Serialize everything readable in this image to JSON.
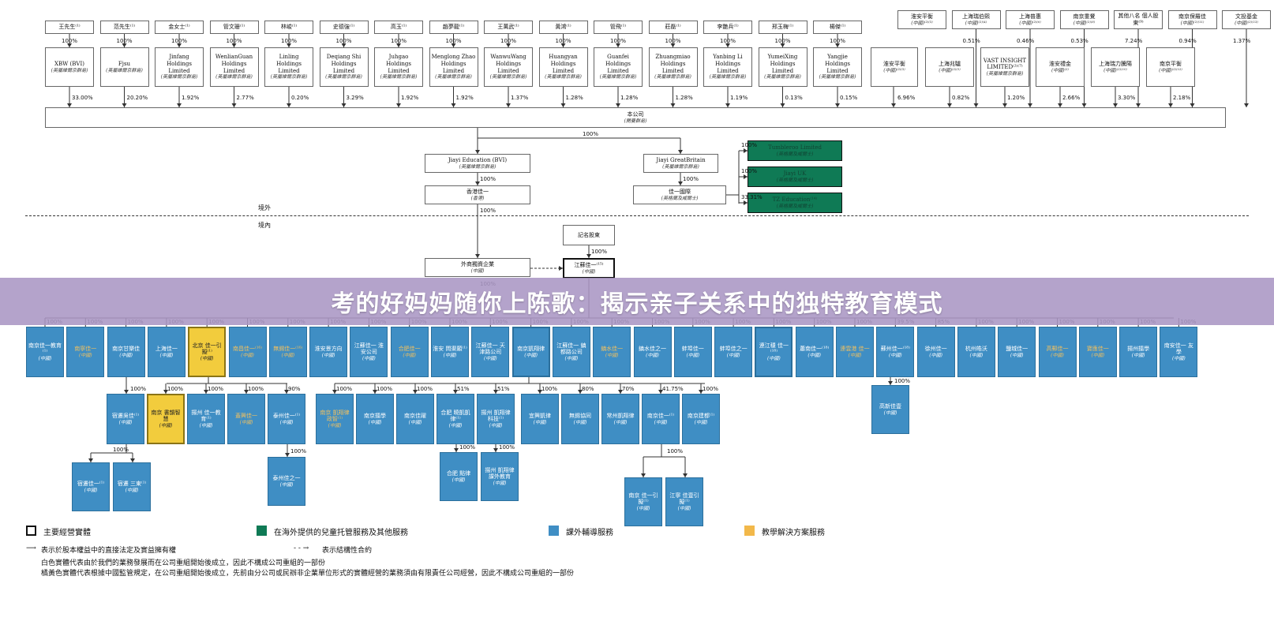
{
  "banner": {
    "title": "考的好妈妈随你上陈歌：揭示亲子关系中的独特教育模式"
  },
  "shareholders": [
    {
      "name": "王先生⁽¹⁾",
      "pct_top": "100%",
      "entity": "XBW (BVI)",
      "jur": "(英屬維爾京群島)",
      "pct_bottom": "33.00%"
    },
    {
      "name": "范先生⁽¹⁾",
      "pct_top": "100%",
      "entity": "Fjsu",
      "jur": "(英屬維爾京群島)",
      "pct_bottom": "20.20%"
    },
    {
      "name": "金女士⁽¹⁾",
      "pct_top": "100%",
      "entity": "Jinfang Holdings Limited",
      "jur": "(英屬維爾京群島)",
      "pct_bottom": "1.92%"
    },
    {
      "name": "管文珊⁽¹⁾",
      "pct_top": "100%",
      "entity": "WenlianGuan Holdings Limited",
      "jur": "(英屬維爾京群島)",
      "pct_bottom": "2.77%"
    },
    {
      "name": "林峻⁽¹⁾",
      "pct_top": "100%",
      "entity": "Linling Holdings Limited",
      "jur": "(英屬維爾京群島)",
      "pct_bottom": "0.20%"
    },
    {
      "name": "史德強⁽¹⁾",
      "pct_top": "100%",
      "entity": "Deqiang Shi Holdings Limited",
      "jur": "(英屬維爾京群島)",
      "pct_bottom": "3.29%"
    },
    {
      "name": "高玉⁽¹⁾",
      "pct_top": "100%",
      "entity": "Juhgao Holdings Limited",
      "jur": "(英屬維爾京群島)",
      "pct_bottom": "1.92%"
    },
    {
      "name": "趙夢龍⁽¹⁾",
      "pct_top": "100%",
      "entity": "Menglong Zhao Holdings Limited",
      "jur": "(英屬維爾京群島)",
      "pct_bottom": "1.92%"
    },
    {
      "name": "王萬武⁽¹⁾",
      "pct_top": "100%",
      "entity": "WanwuWang Holdings Limited",
      "jur": "(英屬維爾京群島)",
      "pct_bottom": "1.37%"
    },
    {
      "name": "黃鴻⁽¹⁾",
      "pct_top": "100%",
      "entity": "Huangyan Holdings Limited",
      "jur": "(英屬維爾京群島)",
      "pct_bottom": "1.28%"
    },
    {
      "name": "管飛⁽¹⁾",
      "pct_top": "100%",
      "entity": "Guanfei Holdings Limited",
      "jur": "(英屬維爾京群島)",
      "pct_bottom": "1.28%"
    },
    {
      "name": "莊磊⁽¹⁾",
      "pct_top": "100%",
      "entity": "Zhuangmiao Holdings Limited",
      "jur": "(英屬維爾京群島)",
      "pct_bottom": "1.28%"
    },
    {
      "name": "李艷兵⁽¹⁾",
      "pct_top": "100%",
      "entity": "Yanbing Li Holdings Limited",
      "jur": "(英屬維爾京群島)",
      "pct_bottom": "1.19%"
    },
    {
      "name": "邢玉梅⁽¹⁾",
      "pct_top": "100%",
      "entity": "YumeiXing Holdings Limited",
      "jur": "(英屬維爾京群島)",
      "pct_bottom": "0.13%"
    },
    {
      "name": "楊傑⁽¹⁾",
      "pct_top": "100%",
      "entity": "Yangjie Holdings Limited",
      "jur": "(英屬維爾京群島)",
      "pct_bottom": "0.15%"
    }
  ],
  "investors": [
    {
      "name": "淮安平衡",
      "jur": "(中國)⁽²⁾⁽³⁾",
      "pct_top": "",
      "pct_bottom": "6.96%"
    },
    {
      "name": "上海瑞伯熙",
      "jur": "(中國)⁽²⁾⁽⁴⁾",
      "pct_top": "0.51%",
      "entity": "上海兆驢",
      "entity_jur": "(中國)⁽²⁾⁽⁵⁾",
      "pct_bottom": "0.82%"
    },
    {
      "name": "上海普惠",
      "jur": "(中國)⁽²⁾⁽⁶⁾",
      "pct_top": "0.46%",
      "entity": "VAST INSIGHT LIMITED⁽²⁾⁽⁷⁾",
      "entity_jur": "(英屬維爾京群島)",
      "pct_bottom": "1.20%"
    },
    {
      "name": "南京重覺",
      "jur": "(中國)⁽²⁾⁽⁸⁾",
      "pct_top": "0.53%",
      "entity": "淮安禮金",
      "entity_jur": "(中國)⁽²⁾",
      "pct_bottom": "2.66%"
    },
    {
      "name": "其他八名 個人股東⁽⁹⁾",
      "jur": "",
      "pct_top": "7.24%",
      "entity": "上海瑞力騰陽",
      "entity_jur": "(中國)⁽²⁾⁽¹⁰⁾",
      "pct_bottom": "3.30%"
    },
    {
      "name": "南京保羅佳",
      "jur": "(中國)⁽²⁾⁽¹¹⁾",
      "pct_top": "0.94%",
      "entity": "南京平衡",
      "entity_jur": "(中國)⁽²⁾⁽¹²⁾",
      "pct_bottom": "2.18%"
    },
    {
      "name": "文投基金",
      "jur": "(中國)⁽²⁾⁽¹³⁾",
      "pct_top": "1.37%"
    }
  ],
  "company": {
    "name": "本公司",
    "jur": "(開曼群島)",
    "pct": "100%"
  },
  "offshore": {
    "jiayi_bvi": {
      "name": "Jiayi Education (BVI)",
      "jur": "(英屬維爾京群島)",
      "pct": "100%"
    },
    "hk": {
      "name": "香港佳一",
      "jur": "(香港)",
      "pct": "100%"
    },
    "jiayi_gb": {
      "name": "Jiayi GreatBritain",
      "jur": "(英屬維爾京群島)",
      "pct": "100%"
    },
    "intl": {
      "name": "佳一國際",
      "jur": "(英格蘭及威爾士)"
    },
    "uk_children": [
      {
        "name": "Tumbleroo Limited",
        "jur": "(英格蘭及威爾士)",
        "pct": "100%"
      },
      {
        "name": "Jiayi UK",
        "jur": "(英格蘭及威爾士)",
        "pct": "100%"
      },
      {
        "name": "TZ Education⁽¹⁴⁾",
        "jur": "(英格蘭及威爾士)",
        "pct": "33.31%"
      }
    ]
  },
  "border": {
    "outside": "境外",
    "inside": "境內"
  },
  "onshore": {
    "registered": {
      "name": "記名股東",
      "pct": "100%"
    },
    "wfoe": {
      "name": "外商獨資企業",
      "jur": "(中國)",
      "pct": "100%"
    },
    "jiangsu": {
      "name": "江蘇佳一⁽¹⁵⁾",
      "jur": "(中國)"
    }
  },
  "level1": [
    {
      "pct": "100%",
      "name": "南京佳一教育⁽¹⁾",
      "jur": "(中國)",
      "kind": "blue"
    },
    {
      "pct": "100%",
      "name": "南寧佳一",
      "jur": "(中國)",
      "kind": "orange"
    },
    {
      "pct": "100%",
      "name": "南京甘樂佳",
      "jur": "(中國)",
      "kind": "blue"
    },
    {
      "pct": "100%",
      "name": "上海佳一",
      "jur": "(中國)",
      "kind": "blue"
    },
    {
      "pct": "100%",
      "name": "北京 佳一引擬⁽¹⁾",
      "jur": "(中國)",
      "kind": "yellow"
    },
    {
      "pct": "100%",
      "name": "南昌佳一⁽¹⁶⁾",
      "jur": "(中國)",
      "kind": "orange"
    },
    {
      "pct": "100%",
      "name": "無錫佳一⁽¹⁶⁾",
      "jur": "(中國)",
      "kind": "orange"
    },
    {
      "pct": "100%",
      "name": "淮安景方向",
      "jur": "(中國)",
      "kind": "blue"
    },
    {
      "pct": "100%",
      "name": "江蘇佳一 淮安公司",
      "jur": "(中國)",
      "kind": "blue"
    },
    {
      "pct": "100%",
      "name": "合肥佳一",
      "jur": "(中國)",
      "kind": "orange"
    },
    {
      "pct": "100%",
      "name": "淮安 問渠願⁽¹⁾",
      "jur": "(中國)",
      "kind": "blue"
    },
    {
      "pct": "100%",
      "name": "江蘇佳一 天津路公司",
      "jur": "(中國)",
      "kind": "blue"
    },
    {
      "pct": "100%",
      "name": "南京凱翔律",
      "jur": "(中國)",
      "kind": "blue"
    },
    {
      "pct": "100%",
      "name": "江蘇佳一 鎮都路公司",
      "jur": "(中國)",
      "kind": "blue"
    },
    {
      "pct": "100%",
      "name": "鎮水佳一",
      "jur": "(中國)",
      "kind": "orange"
    },
    {
      "pct": "100%",
      "name": "鎮水佳之一",
      "jur": "(中國)",
      "kind": "blue"
    },
    {
      "pct": "100%",
      "name": "蚌埠佳一",
      "jur": "(中國)",
      "kind": "blue"
    },
    {
      "pct": "100%",
      "name": "蚌埠佳之一",
      "jur": "(中國)",
      "kind": "blue"
    },
    {
      "pct": "100%",
      "name": "連江穩 佳一⁽¹⁸⁾",
      "jur": "(中國)",
      "kind": "blue"
    },
    {
      "pct": "100%",
      "name": "蕭南佳一⁽¹⁸⁾",
      "jur": "(中國)",
      "kind": "blue"
    },
    {
      "pct": "100%",
      "name": "連雲港 佳一",
      "jur": "(中國)",
      "kind": "orange"
    },
    {
      "pct": "39.5%",
      "name": "蘇州佳一⁽¹⁸⁾",
      "jur": "(中國)",
      "kind": "blue"
    },
    {
      "pct": "85%",
      "name": "徐州佳一",
      "jur": "(中國)",
      "kind": "blue"
    },
    {
      "pct": "100%",
      "name": "杭州皓沃",
      "jur": "(中國)",
      "kind": "blue"
    },
    {
      "pct": "100%",
      "name": "鹽城佳一",
      "jur": "(中國)",
      "kind": "blue"
    },
    {
      "pct": "100%",
      "name": "高郵佳一",
      "jur": "(中國)",
      "kind": "orange"
    },
    {
      "pct": "100%",
      "name": "寶應佳一",
      "jur": "(中國)",
      "kind": "orange"
    },
    {
      "pct": "100%",
      "name": "揚州擂學",
      "jur": "(中國)",
      "kind": "blue"
    },
    {
      "pct": "100%",
      "name": "南安佳一 友學",
      "jur": "(中國)",
      "kind": "blue"
    }
  ],
  "level2": [
    {
      "pct": "100%",
      "name": "宿遷吳佳⁽¹⁾",
      "jur": "(中國)",
      "kind": "blue"
    },
    {
      "pct": "100%",
      "name": "南京 書韻智慧",
      "jur": "(中國)",
      "kind": "yellow"
    },
    {
      "pct": "100%",
      "name": "揚州 佳一教育⁽¹⁾",
      "jur": "(中國)",
      "kind": "blue"
    },
    {
      "pct": "100%",
      "name": "蓋興佳一",
      "jur": "(中國)",
      "kind": "orange"
    },
    {
      "pct": "90%",
      "name": "泰州佳一⁽¹⁾",
      "jur": "(中國)",
      "kind": "blue"
    },
    {
      "pct": "100%",
      "name": "南京 凱翔律政智⁽¹⁾",
      "jur": "(中國)",
      "kind": "orange"
    },
    {
      "pct": "100%",
      "name": "南京擂學",
      "jur": "(中國)",
      "kind": "blue"
    },
    {
      "pct": "100%",
      "name": "南京佳躍",
      "jur": "(中國)",
      "kind": "blue"
    },
    {
      "pct": "51%",
      "name": "合肥 曉凱凱律⁽¹⁾",
      "jur": "(中國)",
      "kind": "blue"
    },
    {
      "pct": "51%",
      "name": "揚州 凱翔律科技⁽¹⁾",
      "jur": "(中國)",
      "kind": "blue"
    },
    {
      "pct": "100%",
      "name": "宜興凱律",
      "jur": "(中國)",
      "kind": "blue"
    },
    {
      "pct": "80%",
      "name": "無錫協同",
      "jur": "(中國)",
      "kind": "blue"
    },
    {
      "pct": "70%",
      "name": "常州凱翔律",
      "jur": "(中國)",
      "kind": "blue"
    },
    {
      "pct": "41.75%",
      "name": "南京佳一⁽¹⁾",
      "jur": "(中國)",
      "kind": "blue"
    },
    {
      "pct": "100%",
      "name": "南京建都⁽¹⁾",
      "jur": "(中國)",
      "kind": "blue"
    }
  ],
  "level2_right": {
    "pct": "100%",
    "name": "高新佳壹",
    "jur": "(中國)"
  },
  "level3": [
    {
      "pct": "100%",
      "name": "宿遷佳一⁽¹⁾",
      "jur": "(中國)"
    },
    {
      "pct": "",
      "name": "宿遷 三東⁽¹⁾",
      "jur": "(中國)"
    },
    {
      "pct": "100%",
      "name": "泰州佳之一",
      "jur": "(中國)"
    },
    {
      "pct": "100%",
      "name": "合肥 點律",
      "jur": "(中國)"
    },
    {
      "pct": "100%",
      "name": "揚州 凱翔律 課外教育",
      "jur": "(中國)"
    },
    {
      "pct": "100%",
      "name": "南京 佳一引擬⁽¹⁾",
      "jur": "(中國)"
    },
    {
      "pct": "",
      "name": "江寧 佳壹引擬⁽¹⁾",
      "jur": "(中國)"
    }
  ],
  "legend": [
    {
      "label": "主要經營實體",
      "color": "#ffffff",
      "border": "#111111"
    },
    {
      "label": "在海外提供的兒童托管服務及其他服務",
      "color": "#0f7a55",
      "border": "#0f7a55"
    },
    {
      "label": "課外輔導服務",
      "color": "#3f8ec4",
      "border": "#3f8ec4"
    },
    {
      "label": "教學解決方案服務",
      "color": "#f2b84a",
      "border": "#f2b84a"
    }
  ],
  "notes": {
    "arrow_solid": "表示於股本權益中的直接法定及實益擁有權",
    "arrow_dashed": "表示結構性合約",
    "line1": "白色實體代表由於我們的業務發展而在公司重組開始後成立，因此不構成公司重組的一部份",
    "line2": "橘黃色實體代表根據中國監管規定，在公司重組開始後成立，先前由分公司或民辦非企業單位形式的實體經營的業務須由有限責任公司經營，因此不構成公司重組的一部份"
  }
}
